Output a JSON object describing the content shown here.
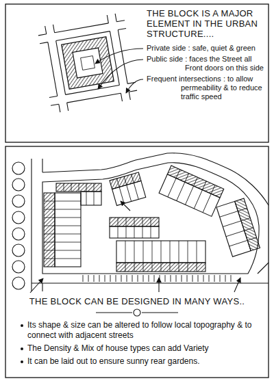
{
  "diagram": {
    "title": "THE BLOCK IS A MAJOR ELEMENT IN THE URBAN STRUCTURE....",
    "caption": "THE BLOCK CAN BE DESIGNED IN MANY WAYS..",
    "labels": [
      "Private side : safe, quiet & green",
      "Public side : faces the Street all Front doors on this side",
      "Frequent intersections : to allow permeability & to reduce traffic speed",
      "Its shape & size can be altered to follow local topography & to connect with adjacent streets",
      "The Density & Mix of house types can add Variety",
      "It can be laid out to ensure sunny rear gardens."
    ]
  }
}
